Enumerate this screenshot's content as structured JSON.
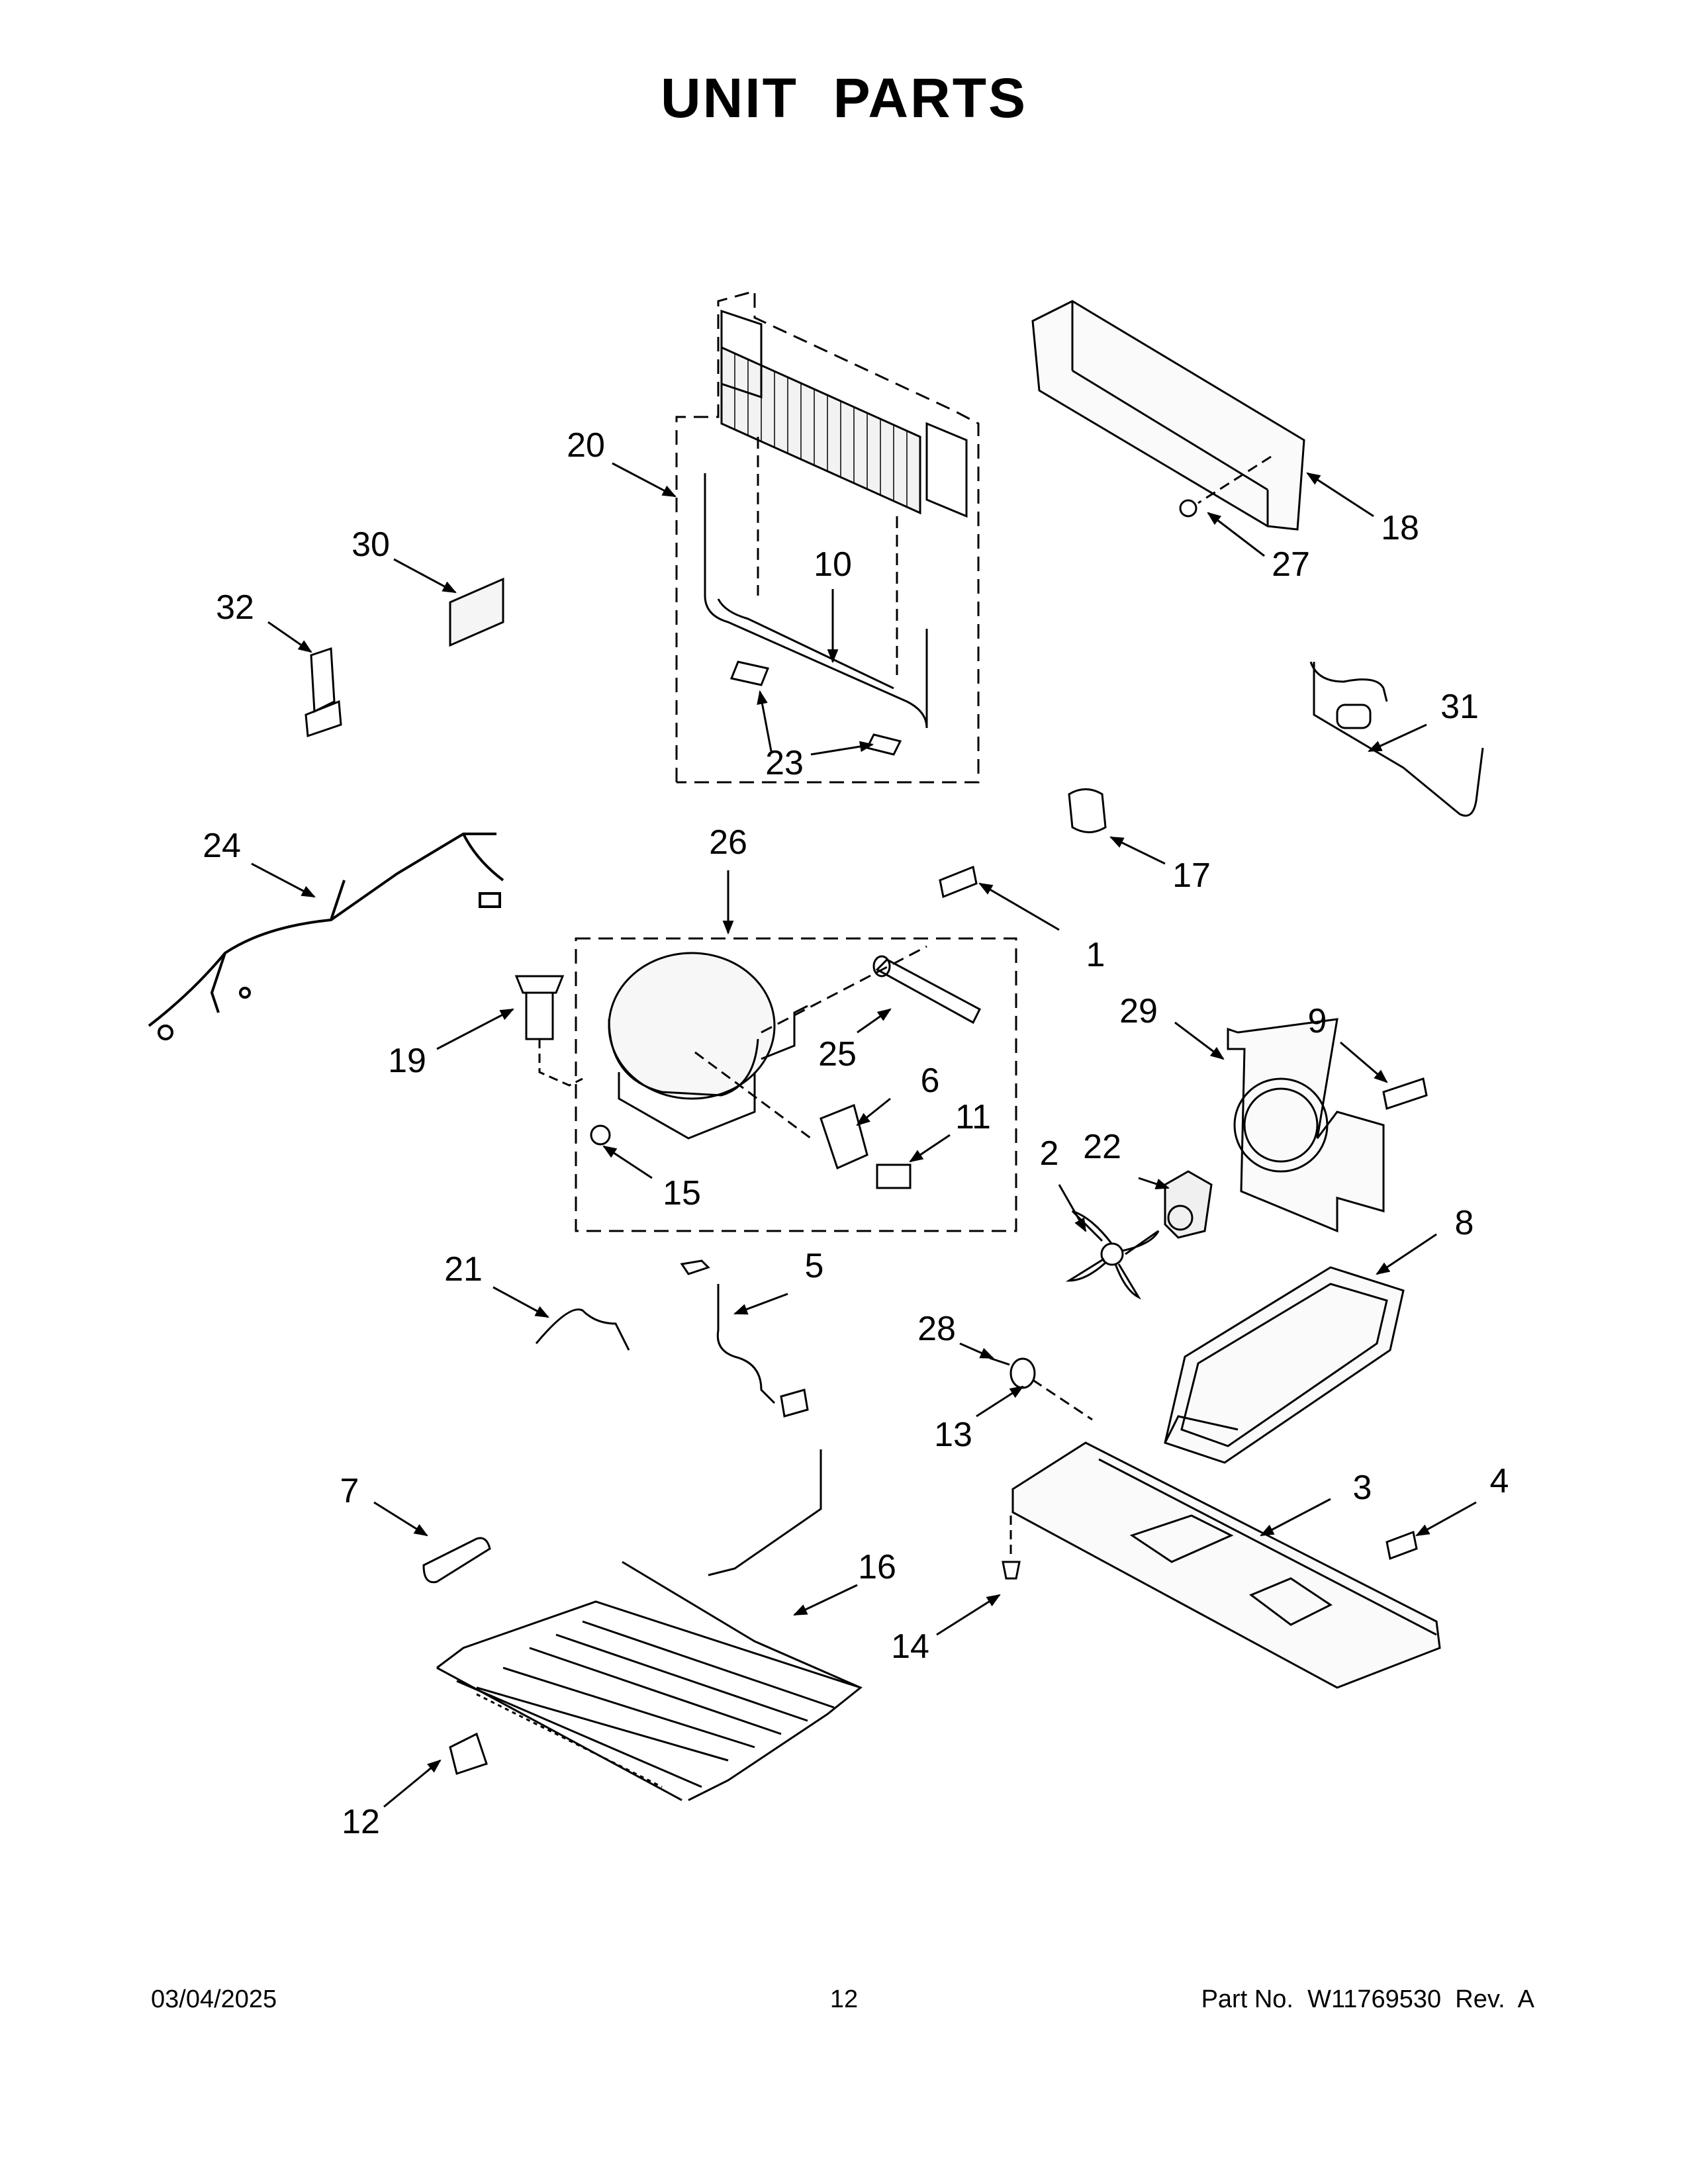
{
  "title": "UNIT  PARTS",
  "callouts": [
    "1",
    "2",
    "3",
    "4",
    "5",
    "6",
    "7",
    "8",
    "9",
    "10",
    "11",
    "12",
    "13",
    "14",
    "15",
    "16",
    "17",
    "18",
    "19",
    "20",
    "21",
    "22",
    "23",
    "23",
    "24",
    "25",
    "26",
    "27",
    "28",
    "29",
    "30",
    "31",
    "32"
  ],
  "footer": {
    "date": "03/04/2025",
    "page": "12",
    "part_no": "Part No.  W11769530  Rev.  A"
  }
}
